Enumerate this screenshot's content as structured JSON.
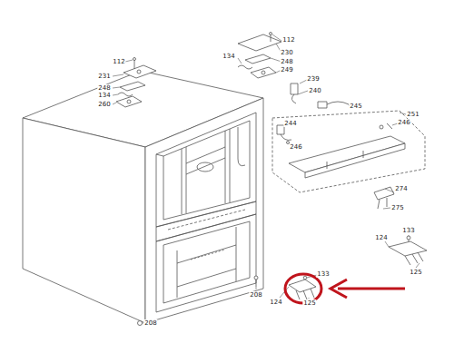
{
  "diagram": {
    "labels": [
      "112",
      "230",
      "248",
      "134",
      "249",
      "112",
      "231",
      "248",
      "134",
      "260",
      "239",
      "240",
      "245",
      "251",
      "246",
      "244",
      "246",
      "274",
      "275",
      "133",
      "124",
      "125",
      "133",
      "208",
      "124",
      "125",
      "208"
    ]
  }
}
